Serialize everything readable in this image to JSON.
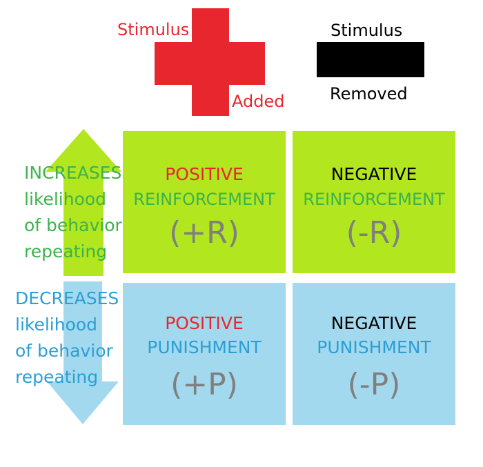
{
  "stimulus_added": {
    "word_top": "Stimulus",
    "word_bottom": "Added",
    "color": "#e8262d"
  },
  "stimulus_removed": {
    "word_top": "Stimulus",
    "word_bottom": "Removed",
    "color": "#000000"
  },
  "increases": {
    "lines": [
      "INCREASES",
      "likelihood",
      "of behavior",
      "repeating"
    ],
    "color": "#3cb34a",
    "arrow_color": "#b2e61e"
  },
  "decreases": {
    "lines": [
      "DECREASES",
      "likelihood",
      "of behavior",
      "repeating"
    ],
    "color": "#2a9fd6",
    "arrow_color": "#a3d9ee"
  },
  "cells": {
    "pos_reinforcement": {
      "line1": "POSITIVE",
      "line2": "REINFORCEMENT",
      "abbr": "(+R)"
    },
    "neg_reinforcement": {
      "line1": "NEGATIVE",
      "line2": "REINFORCEMENT",
      "abbr": "(-R)"
    },
    "pos_punishment": {
      "line1": "POSITIVE",
      "line2": "PUNISHMENT",
      "abbr": "(+P)"
    },
    "neg_punishment": {
      "line1": "NEGATIVE",
      "line2": "PUNISHMENT",
      "abbr": "(-P)"
    }
  },
  "colors": {
    "reinforcement_fill": "#b2e61e",
    "punishment_fill": "#a3d9ee",
    "positive_text": "#e8262d",
    "negative_text": "#000000",
    "reinforcement_text": "#3cb34a",
    "punishment_text": "#2a9fd6",
    "abbr_text": "#7f7f7f"
  }
}
